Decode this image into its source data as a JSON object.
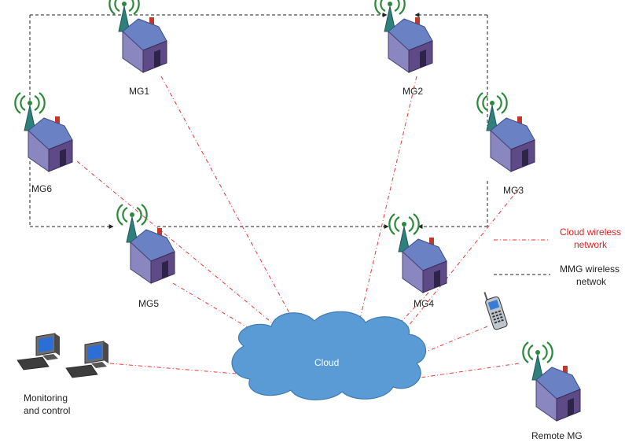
{
  "nodes": {
    "mg1": "MG1",
    "mg2": "MG2",
    "mg3": "MG3",
    "mg4": "MG4",
    "mg5": "MG5",
    "mg6": "MG6",
    "remote": "Remote MG",
    "cloud": "Cloud"
  },
  "monitoring": {
    "line1": "Monitoring",
    "line2": "and control"
  },
  "legend": {
    "cloud_line1": "Cloud wireless",
    "cloud_line2": "network",
    "mmg_line1": "MMG wireless",
    "mmg_line2": "netwok"
  },
  "colors": {
    "cloud_link": "#e8373a",
    "mmg_link": "#222222",
    "cloud_fill": "#5b9bd5",
    "house_wall": "#5d4a86",
    "house_roof": "#6a82c4",
    "antenna": "#2a8a3a"
  },
  "icons": {
    "house": "house-with-antenna-icon",
    "computer": "desktop-computer-icon",
    "phone": "mobile-phone-icon",
    "cloud": "cloud-icon"
  }
}
